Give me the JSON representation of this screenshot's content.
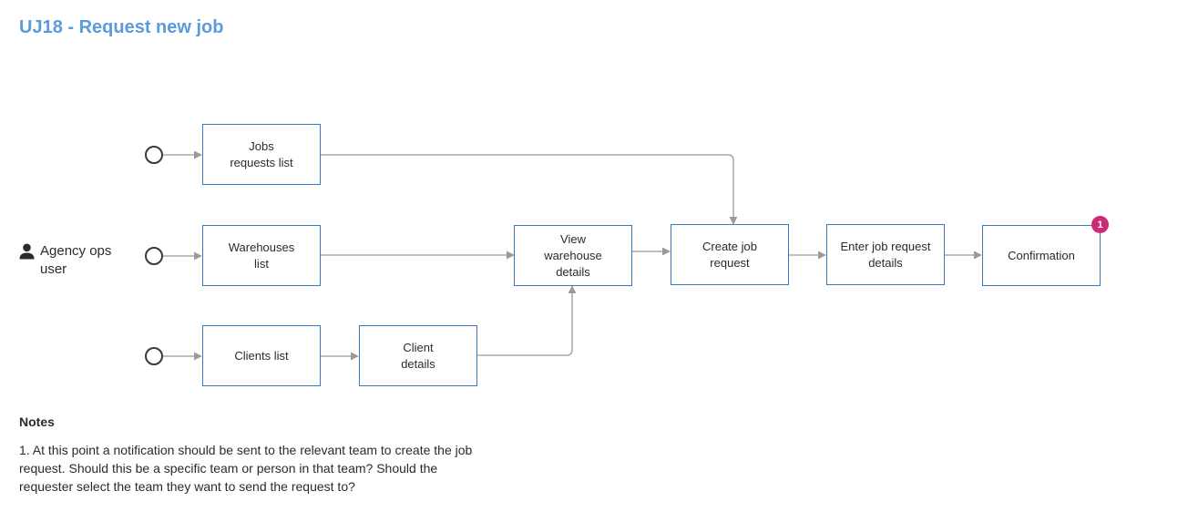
{
  "title": "UJ18 - Request new job",
  "actor": {
    "label": "Agency ops\nuser",
    "icon": "person-icon"
  },
  "nodes": {
    "jobs_requests_list": "Jobs\nrequests list",
    "warehouses_list": "Warehouses\nlist",
    "clients_list": "Clients list",
    "client_details": "Client\ndetails",
    "view_warehouse_details": "View\nwarehouse\ndetails",
    "create_job_request": "Create job\nrequest",
    "enter_job_request_details": "Enter job request\ndetails",
    "confirmation": "Confirmation"
  },
  "badge": "1",
  "notes": {
    "title": "Notes",
    "items": [
      "1. At this point a notification should be sent to the relevant team to create the job request. Should this be a specific team or person in that team? Should the requester select the team they want to send the request to?"
    ]
  },
  "colors": {
    "title": "#5a9bdc",
    "node_border": "#3978c4",
    "connector": "#9a9a9a",
    "badge": "#cc2a76"
  }
}
